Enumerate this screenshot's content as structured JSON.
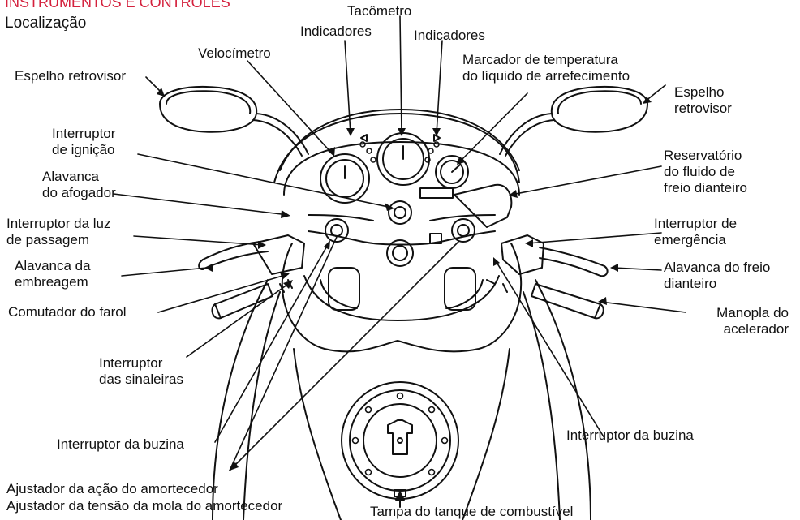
{
  "heading": "INSTRUMENTOS E CONTROLES",
  "subheading": "Localização",
  "accent_color": "#d4213d",
  "labels": {
    "tacometro": "Tacômetro",
    "indicadores_left": "Indicadores",
    "indicadores_right": "Indicadores",
    "velocimetro": "Velocímetro",
    "temperatura": "Marcador de temperatura\ndo líquido de arrefecimento",
    "espelho_left": "Espelho retrovisor",
    "espelho_right": "Espelho\nretrovisor",
    "ignicao": "Interruptor\nde ignição",
    "reservatorio": "Reservatório\ndo fluido de\nfreio dianteiro",
    "afogador": "Alavanca\ndo afogador",
    "luz_passagem": "Interruptor da luz\nde passagem",
    "emergencia": "Interruptor de\nemergência",
    "embreagem": "Alavanca da\nembreagem",
    "freio_dianteiro": "Alavanca do freio\ndianteiro",
    "comutador_farol": "Comutador do farol",
    "manopla": "Manopla do\nacelerador",
    "sinaleiras": "Interruptor\ndas sinaleiras",
    "buzina_left": "Interruptor da buzina",
    "buzina_right": "Interruptor da buzina",
    "acao_amortecedor": "Ajustador da ação do amortecedor",
    "tensao_mola": "Ajustador da tensão da mola do amortecedor",
    "tampa_tanque": "Tampa do tanque de combustível"
  }
}
